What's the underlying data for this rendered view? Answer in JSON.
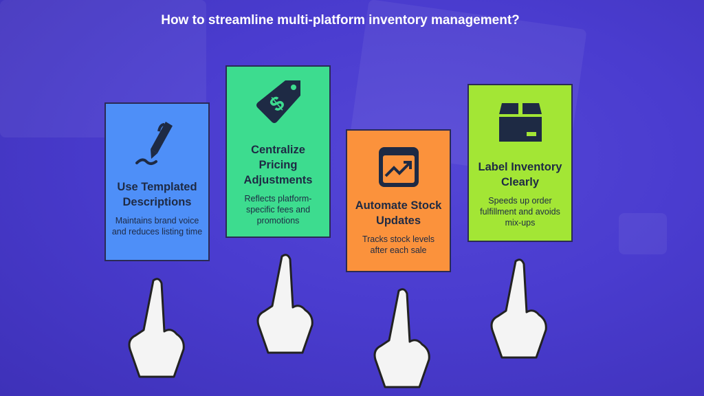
{
  "title": "How to streamline multi-platform inventory management?",
  "colors": {
    "background": "#4a3ccf",
    "blue": "#4e8ff8",
    "green": "#3ddc8f",
    "orange": "#fb923c",
    "lime": "#a3e635",
    "text": "#1e2a44"
  },
  "cards": [
    {
      "title": "Use Templated Descriptions",
      "description": "Maintains brand voice and reduces listing time",
      "icon": "pen-signature-icon"
    },
    {
      "title": "Centralize Pricing Adjustments",
      "description": "Reflects platform-specific fees and promotions",
      "icon": "price-tag-dollar-icon"
    },
    {
      "title": "Automate Stock Updates",
      "description": "Tracks stock levels after each sale",
      "icon": "trending-chart-icon"
    },
    {
      "title": "Label Inventory Clearly",
      "description": "Speeds up order fulfillment and avoids mix-ups",
      "icon": "package-box-icon"
    }
  ]
}
